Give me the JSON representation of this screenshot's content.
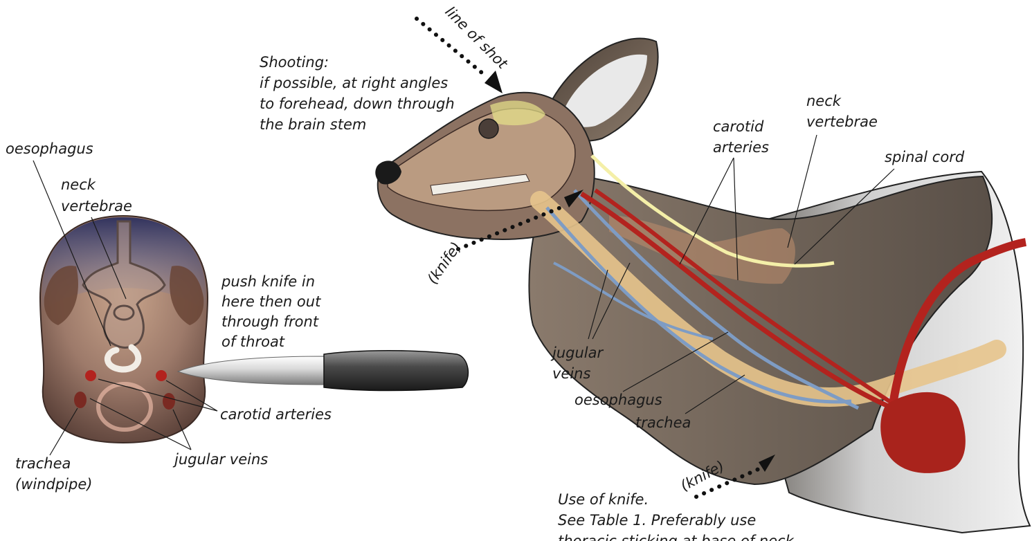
{
  "cross_section": {
    "oesophagus": "oesophagus",
    "neck_vertebrae": [
      "neck",
      "vertebrae"
    ],
    "push_knife": [
      "push knife in",
      "here then out",
      "through front",
      "of throat"
    ],
    "carotid_arteries": "carotid arteries",
    "jugular_veins": "jugular veins",
    "trachea": [
      "trachea",
      "(windpipe)"
    ]
  },
  "head": {
    "line_of_shot": "line of shot",
    "shooting": [
      "Shooting:",
      "if possible, at right angles",
      "to forehead, down through",
      "the brain stem"
    ],
    "knife_upper": "(knife)",
    "knife_lower": "(knife)",
    "neck_vertebrae": [
      "neck",
      "vertebrae"
    ],
    "carotid_arteries": [
      "carotid",
      "arteries"
    ],
    "spinal_cord": "spinal cord",
    "jugular_veins": [
      "jugular",
      "veins"
    ],
    "oesophagus": "oesophagus",
    "trachea": "trachea",
    "use_of_knife": [
      "Use of knife.",
      "See Table 1. Preferably use",
      "thoracic sticking at base of neck"
    ]
  },
  "colors": {
    "artery": "#b3231e",
    "vein": "#7e9cc4",
    "trachea": "#e7c48c",
    "spinal_cord": "#f4efa8",
    "neck": "#6e6257",
    "skull": "#c9a98c"
  }
}
